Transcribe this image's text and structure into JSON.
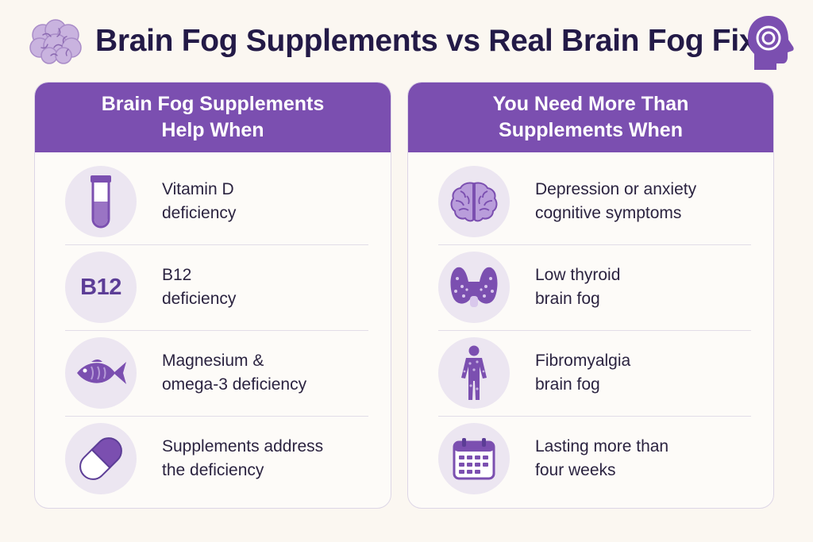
{
  "title": "Brain Fog Supplements vs Real Brain Fog Fix",
  "colors": {
    "accent": "#7b4fb0",
    "icon_bg": "#ece6f1",
    "title": "#231a47",
    "background": "#fbf7f1"
  },
  "left_panel": {
    "header": [
      "Brain Fog Supplements",
      "Help When"
    ],
    "items": [
      {
        "icon": "test-tube-icon",
        "lines": [
          "Vitamin D",
          "deficiency"
        ]
      },
      {
        "icon": "b12-icon",
        "icon_text": "B12",
        "lines": [
          "B12",
          "deficiency"
        ]
      },
      {
        "icon": "fish-icon",
        "lines": [
          "Magnesium &",
          "omega-3 deficiency"
        ]
      },
      {
        "icon": "capsule-icon",
        "lines": [
          "Supplements address",
          "the deficiency"
        ]
      }
    ]
  },
  "right_panel": {
    "header": [
      "You Need More Than",
      "Supplements When"
    ],
    "items": [
      {
        "icon": "brain-icon",
        "lines": [
          "Depression or anxiety",
          "cognitive symptoms"
        ]
      },
      {
        "icon": "thyroid-icon",
        "lines": [
          "Low thyroid",
          "brain fog"
        ]
      },
      {
        "icon": "body-pain-icon",
        "lines": [
          "Fibromyalgia",
          "brain fog"
        ]
      },
      {
        "icon": "calendar-icon",
        "lines": [
          "Lasting more than",
          "four weeks"
        ]
      }
    ]
  }
}
